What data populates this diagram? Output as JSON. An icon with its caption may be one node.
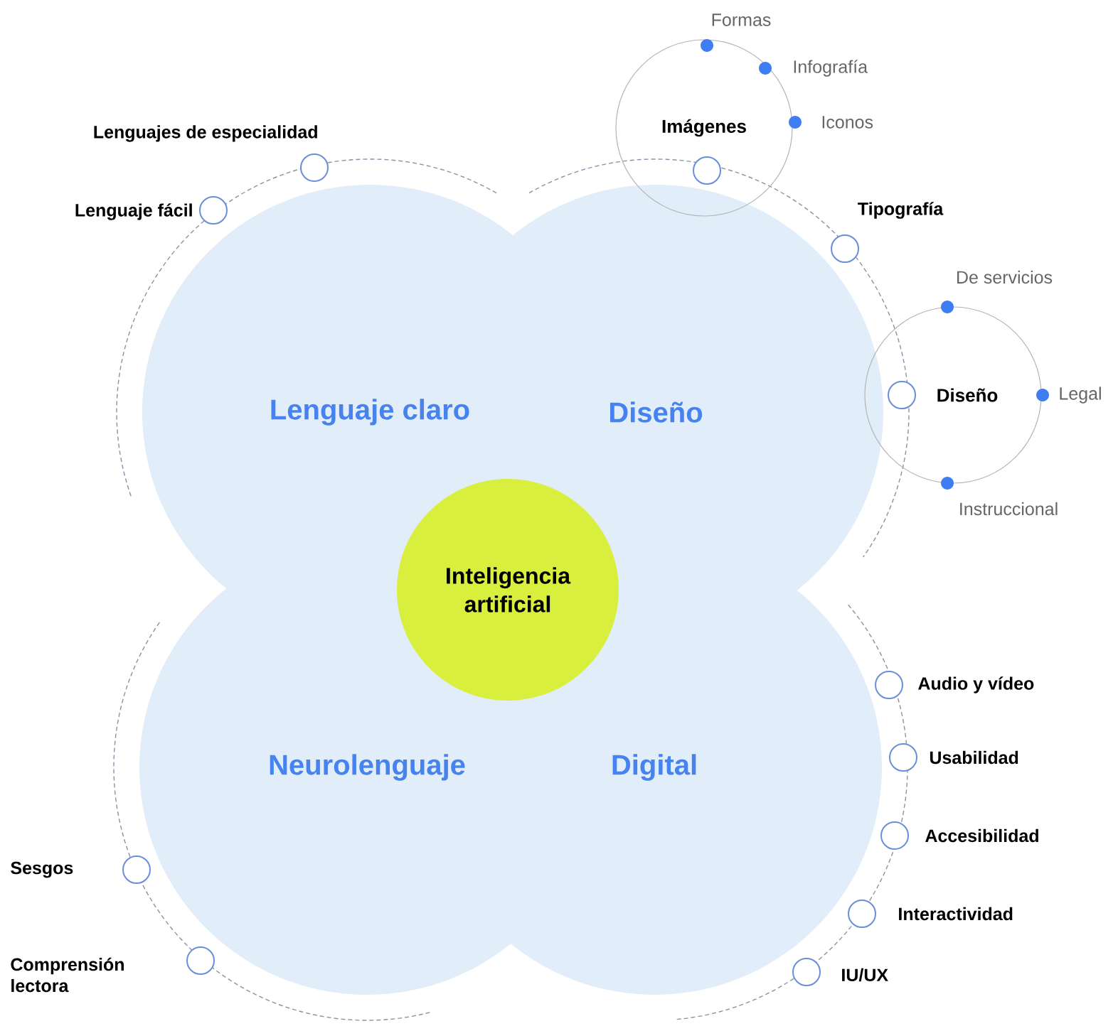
{
  "diagram": {
    "nodes": [
      {
        "text": [
          "Imágenes"
        ]
      },
      {
        "text": [],
        "shape": "circle",
        "beside": [
          "Formas"
        ],
        "in": 0
      },
      {
        "text": [],
        "shape": "circle",
        "in": 0
      },
      {
        "text": [],
        "shape": "circle",
        "beside": [
          "Iconos"
        ]
      },
      {
        "text": [],
        "shape": "circle",
        "beside": [
          "Lenguajes de especialidad"
        ]
      },
      {
        "text": [],
        "shape": "circle",
        "in": 0
      },
      {
        "text": [],
        "shape": "circle",
        "beside": [
          "Lenguaje fácil"
        ]
      },
      {
        "text": [],
        "shape": "circle"
      },
      {
        "text": [],
        "shape": "circle",
        "beside": [
          "De servicios"
        ]
      },
      {
        "text": [
          "Lenguaje claro"
        ]
      },
      {
        "text": [
          "Diseño"
        ]
      },
      {
        "text": [
          "Diseño"
        ]
      },
      {
        "text": [],
        "shape": "circle",
        "in": 11
      },
      {
        "text": [],
        "shape": "circle",
        "beside": [
          "Legal"
        ]
      },
      {
        "text": [],
        "shape": "circle",
        "beside": [
          "Instruccional"
        ]
      },
      {
        "text": [
          "Inteligencia artificial"
        ]
      },
      {
        "text": [
          "Neurolenguaje"
        ]
      },
      {
        "text": [
          "Digital"
        ]
      },
      {
        "text": [],
        "shape": "circle",
        "beside": [
          "Audio y vídeo"
        ]
      },
      {
        "text": [],
        "shape": "circle",
        "beside": [
          "Usabilidad"
        ]
      },
      {
        "text": [],
        "shape": "circle",
        "beside": [
          "Accesibilidad"
        ]
      },
      {
        "text": [],
        "shape": "circle",
        "beside": [
          "Sesgos"
        ]
      },
      {
        "text": [],
        "shape": "circle",
        "beside": [
          "Interactividad"
        ]
      },
      {
        "text": [],
        "shape": "circle"
      },
      {
        "text": [],
        "shape": "circle"
      }
    ],
    "labels": [
      "Infografía",
      "Tipografía",
      "Comprensión lectora",
      "IU/UX"
    ]
  }
}
